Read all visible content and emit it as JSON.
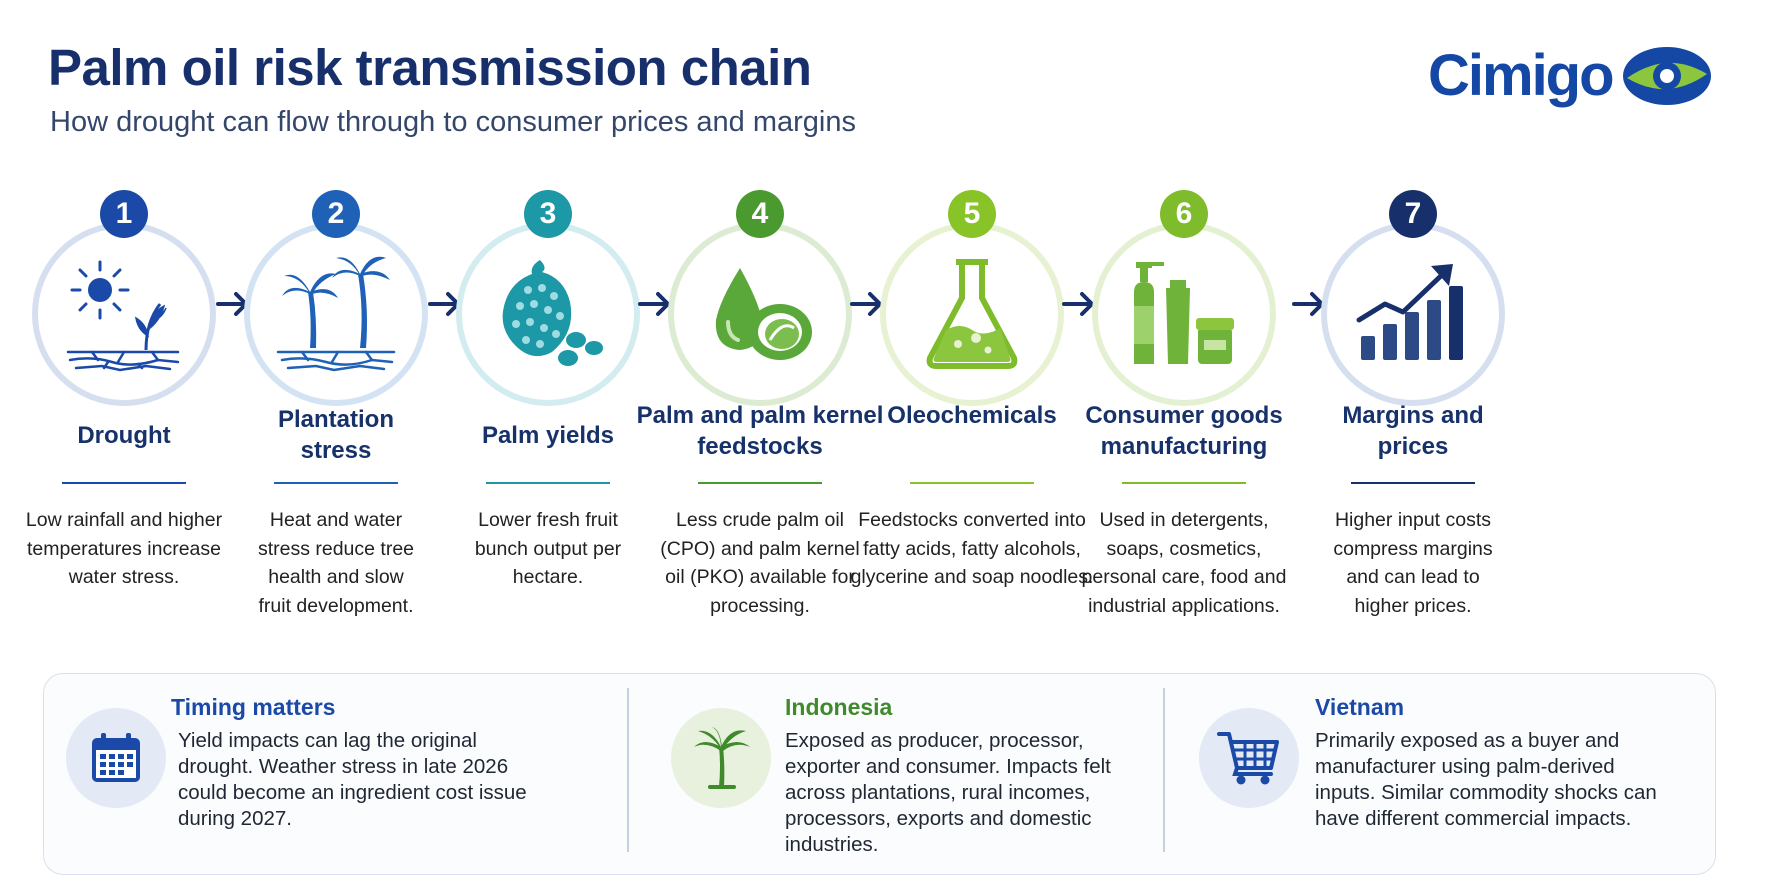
{
  "header": {
    "title": "Palm oil risk transmission chain",
    "subtitle": "How drought can flow through to consumer prices and margins",
    "logo_text": "Cimigo"
  },
  "colors": {
    "navy": "#172f6b",
    "step_colors": [
      "#1a49a8",
      "#1f61b6",
      "#1c98a6",
      "#4b9a30",
      "#88c328",
      "#7fbc2b",
      "#172f6b"
    ]
  },
  "steps": [
    {
      "number": "1",
      "title": "Drought",
      "description": "Low rainfall and higher temperatures increase water stress.",
      "icon": "drought-icon"
    },
    {
      "number": "2",
      "title": "Plantation stress",
      "description": "Heat and water stress reduce tree health and slow fruit development.",
      "icon": "palm-trees-icon"
    },
    {
      "number": "3",
      "title": "Palm yields",
      "description": "Lower fresh fruit bunch output per hectare.",
      "icon": "fruit-bunch-icon"
    },
    {
      "number": "4",
      "title": "Palm and palm kernel feedstocks",
      "description": "Less crude palm oil (CPO) and palm kernel oil (PKO) available for processing.",
      "icon": "oil-drop-kernel-icon"
    },
    {
      "number": "5",
      "title": "Oleochemicals",
      "description": "Feedstocks converted into fatty acids, fatty alcohols, glycerine and soap noodles.",
      "icon": "flask-icon"
    },
    {
      "number": "6",
      "title": "Consumer goods manufacturing",
      "description": "Used in detergents, soaps, cosmetics, personal care, food and industrial applications.",
      "icon": "bottles-icon"
    },
    {
      "number": "7",
      "title": "Margins and prices",
      "description": "Higher input costs compress margins and can lead to higher prices.",
      "icon": "rising-chart-icon"
    }
  ],
  "panel": [
    {
      "heading": "Timing matters",
      "text": "Yield impacts can lag the original drought. Weather stress in late 2026 could become an ingredient cost issue during 2027.",
      "icon": "calendar-icon"
    },
    {
      "heading": "Indonesia",
      "text": "Exposed as producer, processor, exporter and consumer. Impacts felt across plantations, rural incomes, processors, exports and domestic industries.",
      "icon": "palm-tree-icon"
    },
    {
      "heading": "Vietnam",
      "text": "Primarily exposed as a buyer and manufacturer using palm-derived inputs. Similar commodity shocks can have different commercial impacts.",
      "icon": "shopping-cart-icon"
    }
  ]
}
